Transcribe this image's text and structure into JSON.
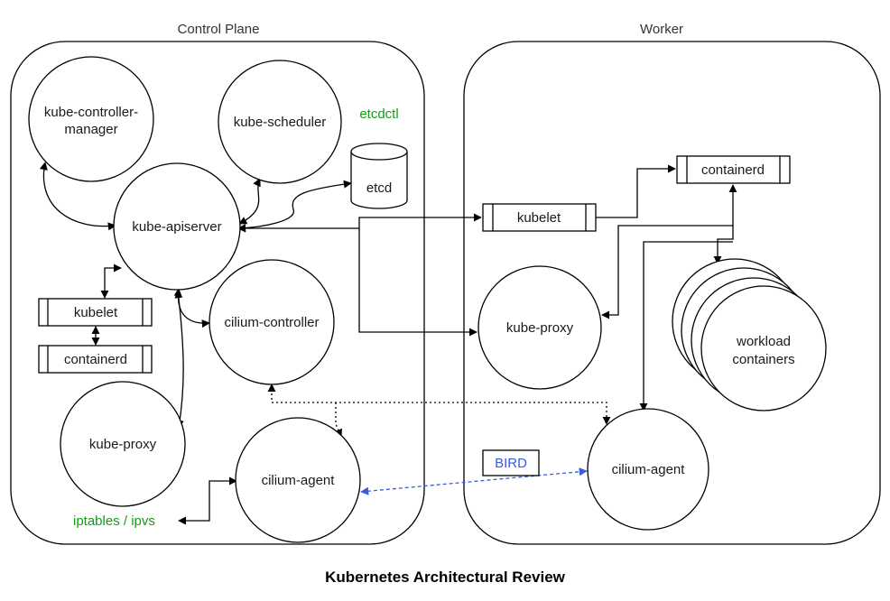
{
  "diagram": {
    "title": "Kubernetes Architectural Review",
    "control_plane": {
      "label": "Control Plane",
      "kube_controller_manager": [
        "kube-controller-",
        "manager"
      ],
      "kube_scheduler": "kube-scheduler",
      "etcdctl": "etcdctl",
      "etcd": "etcd",
      "kube_apiserver": "kube-apiserver",
      "kubelet": "kubelet",
      "containerd": "containerd",
      "cilium_controller": "cilium-controller",
      "kube_proxy": "kube-proxy",
      "cilium_agent": "cilium-agent",
      "iptables": "iptables / ipvs"
    },
    "worker": {
      "label": "Worker",
      "kubelet": "kubelet",
      "containerd": "containerd",
      "kube_proxy": "kube-proxy",
      "workload": [
        "workload",
        "containers"
      ],
      "cilium_agent": "cilium-agent",
      "bird": "BIRD"
    },
    "colors": {
      "green_text": "#1a9a1a",
      "blue_text": "#3b5bdb",
      "line": "#000000"
    }
  }
}
